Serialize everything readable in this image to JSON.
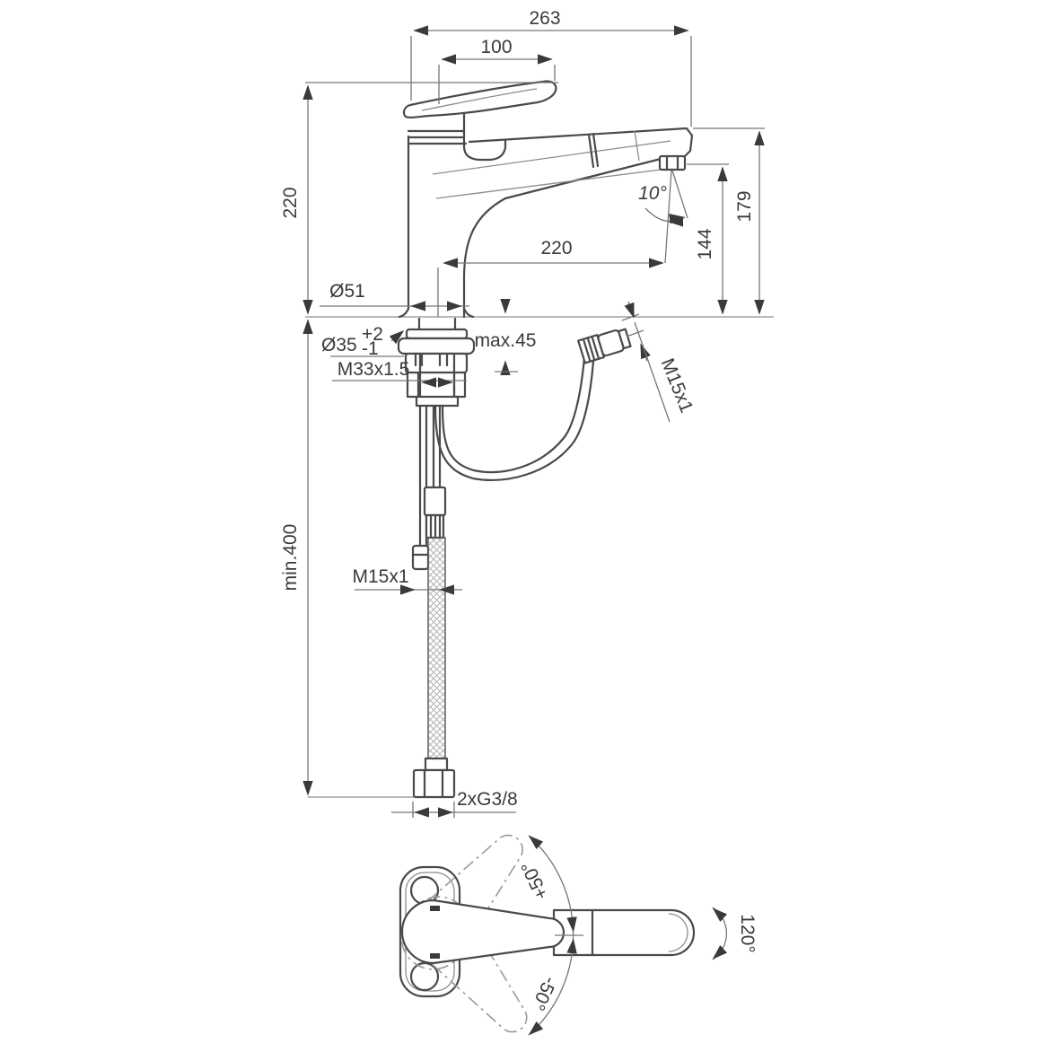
{
  "drawing": {
    "type": "technical-dimension-drawing",
    "subject": "single-lever kitchen mixer tap with pull-out spray, side view and top view",
    "colors": {
      "background": "#ffffff",
      "object_line": "#4a4a4a",
      "dimension_line": "#777777",
      "text": "#3a3a3a"
    },
    "dimensions": {
      "overall_projection": "263",
      "handle_length": "100",
      "body_height": "220",
      "spout_reach": "220",
      "spray_angle": "10°",
      "outlet_top_height": "179",
      "outlet_height": "144",
      "body_diameter": "Ø51",
      "hole_diameter": {
        "main": "Ø35",
        "tol_plus": "+2",
        "tol_minus": "-1"
      },
      "max_deck_thickness": "max.45",
      "base_thread": "M33x1.5",
      "hose_thread_top": "M15x1",
      "min_hose_clearance": "min.400",
      "hose_thread_mid": "M15x1",
      "supply_connection": "2xG3/8",
      "handle_swing_up": "+50°",
      "handle_swing_down": "-50°",
      "spout_swivel": "120°"
    }
  }
}
